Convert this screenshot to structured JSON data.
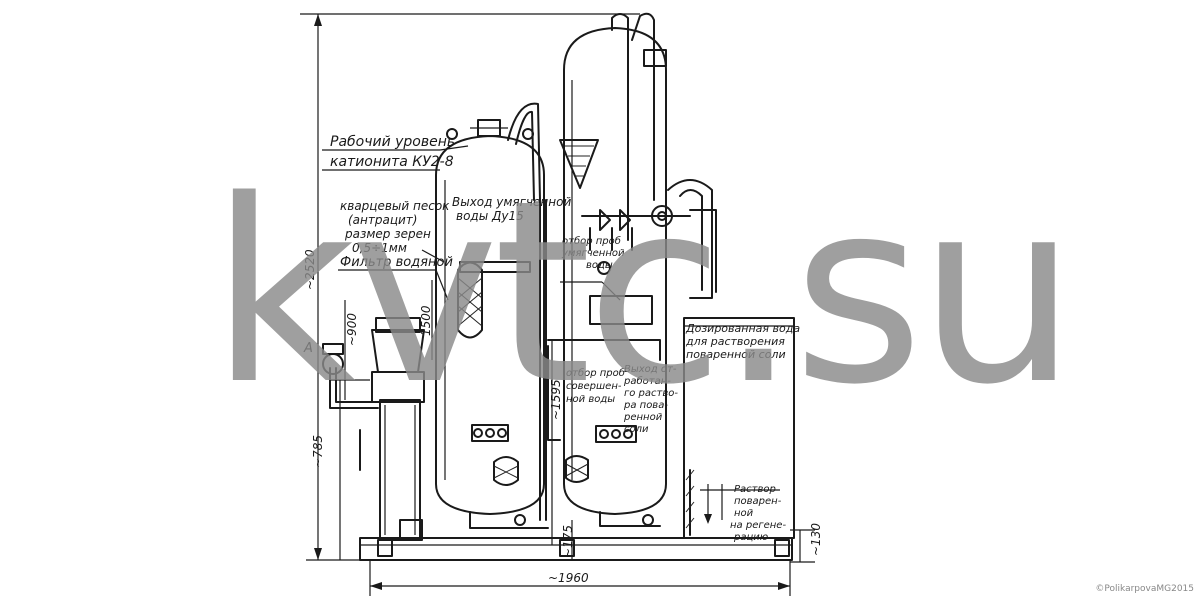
{
  "labels": {
    "working_level_1": "Рабочий уровень",
    "working_level_2": "катионита КУ2-8",
    "sand_1": "кварцевый песок",
    "sand_2": "(антрацит)",
    "sand_3": "размер зерен",
    "sand_4": "0,5÷1мм",
    "filter": "Фильтр водяной",
    "outlet_1": "Выход умягченной",
    "outlet_2": "воды Ду15",
    "sample_1": "отбор проб",
    "sample_2": "умягченной",
    "sample_3": "воды",
    "tank_1": "Дозированная вода",
    "tank_2": "для растворения",
    "tank_3": "поваренной соли",
    "lower_sample_1": "отбор проб",
    "lower_sample_2": "совершен-",
    "lower_sample_3": "ной воды",
    "waste_1": "Выход от-",
    "waste_2": "работан-",
    "waste_3": "го раство-",
    "waste_4": "ра пова-",
    "waste_5": "ренной",
    "waste_6": "соли",
    "solution_1": "Раствор",
    "solution_2": "поварен-",
    "solution_3": "ной",
    "solution_4": "на регене-",
    "solution_5": "рацию",
    "point_a": "А"
  },
  "dimensions": {
    "height_total": "~2520",
    "width_total": "~1960",
    "d900": "~900",
    "d1500": "1500",
    "d785": "~785",
    "d1595": "~1595",
    "d175": "~175",
    "d130": "~130"
  },
  "watermark": "kvtc.su",
  "copyright": "©PolikarpovaMG2015"
}
